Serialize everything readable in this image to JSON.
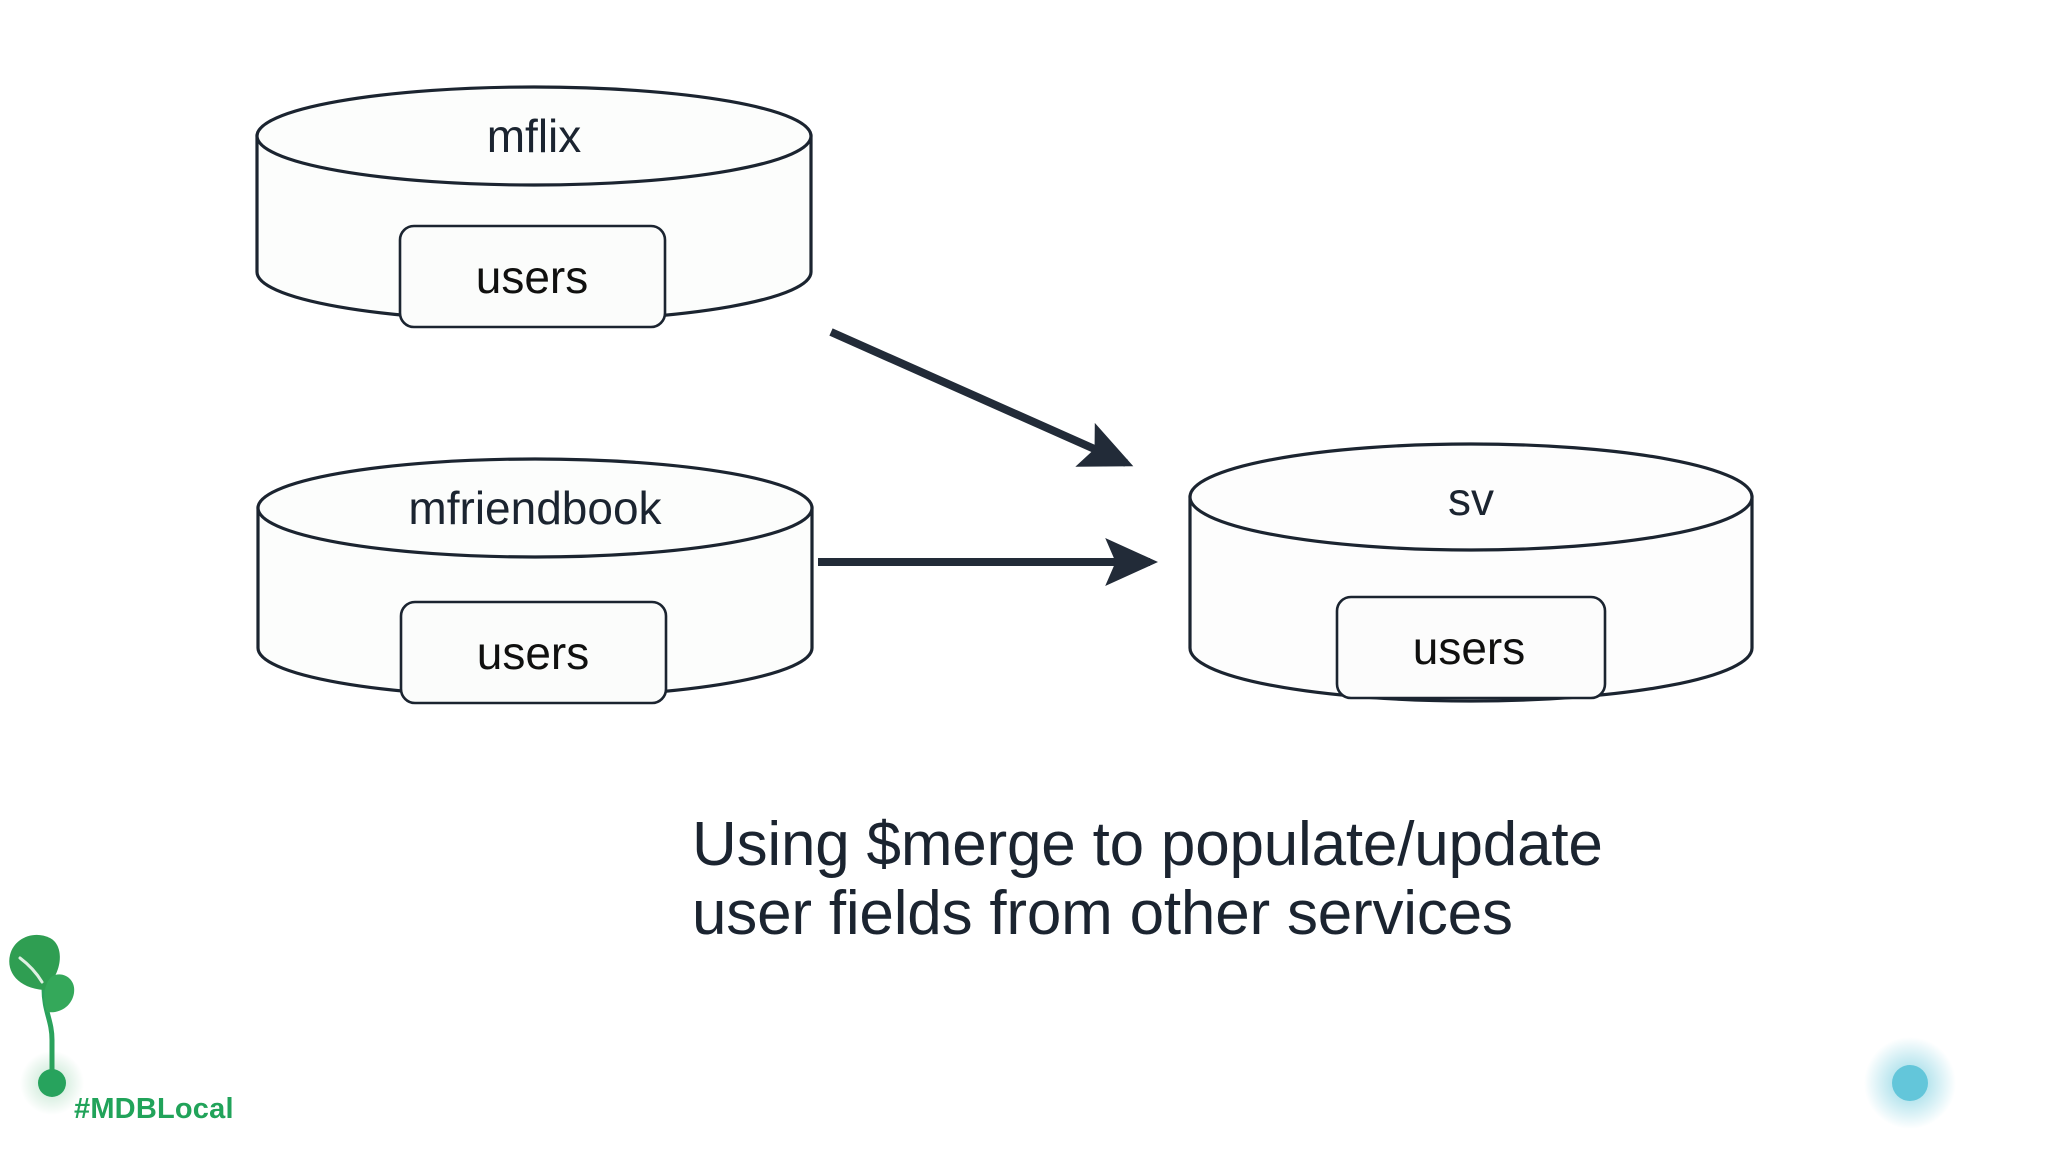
{
  "slide": {
    "background_color": "#ffffff",
    "caption_line_1": "Using $merge to populate/update",
    "caption_line_2": "user fields from other services",
    "caption_text_color": "#1b2430"
  },
  "diagram": {
    "stroke_color": "#1b2430",
    "arrow_color": "#222b38",
    "databases": [
      {
        "id": "mflix",
        "title": "mflix",
        "collection": "users",
        "role": "source"
      },
      {
        "id": "mfriendbook",
        "title": "mfriendbook",
        "collection": "users",
        "role": "source"
      },
      {
        "id": "sv",
        "title": "sv",
        "collection": "users",
        "role": "target"
      }
    ],
    "arrows": [
      {
        "from": "mflix",
        "to": "sv",
        "style": "diagonal"
      },
      {
        "from": "mfriendbook",
        "to": "sv",
        "style": "horizontal"
      }
    ]
  },
  "branding": {
    "hashtag": "#MDBLocal",
    "green": "#21a35a",
    "blue": "#5fc4d8",
    "sprout_icon": "sprout-icon",
    "line_start_dot": "green-dot",
    "line_end_dot": "blue-dot"
  }
}
